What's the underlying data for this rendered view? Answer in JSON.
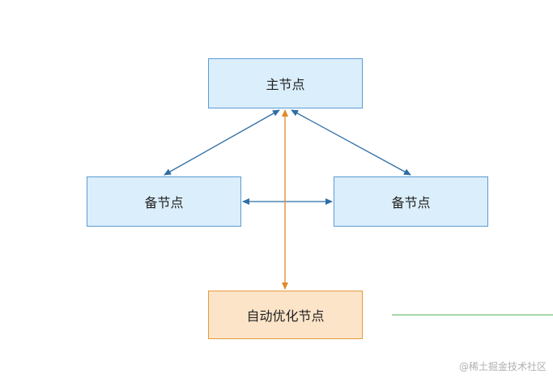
{
  "nodes": {
    "main": "主节点",
    "standby_left": "备节点",
    "standby_right": "备节点",
    "auto_optimize": "自动优化节点"
  },
  "watermark": "@稀土掘金技术社区",
  "colors": {
    "blue_fill": "#dbeefb",
    "blue_border": "#5b9bd5",
    "blue_arrow": "#2e6da4",
    "orange_fill": "#fce4c8",
    "orange_border": "#e59a3f",
    "orange_arrow": "#e08a2a",
    "green_line": "#4caf50"
  }
}
